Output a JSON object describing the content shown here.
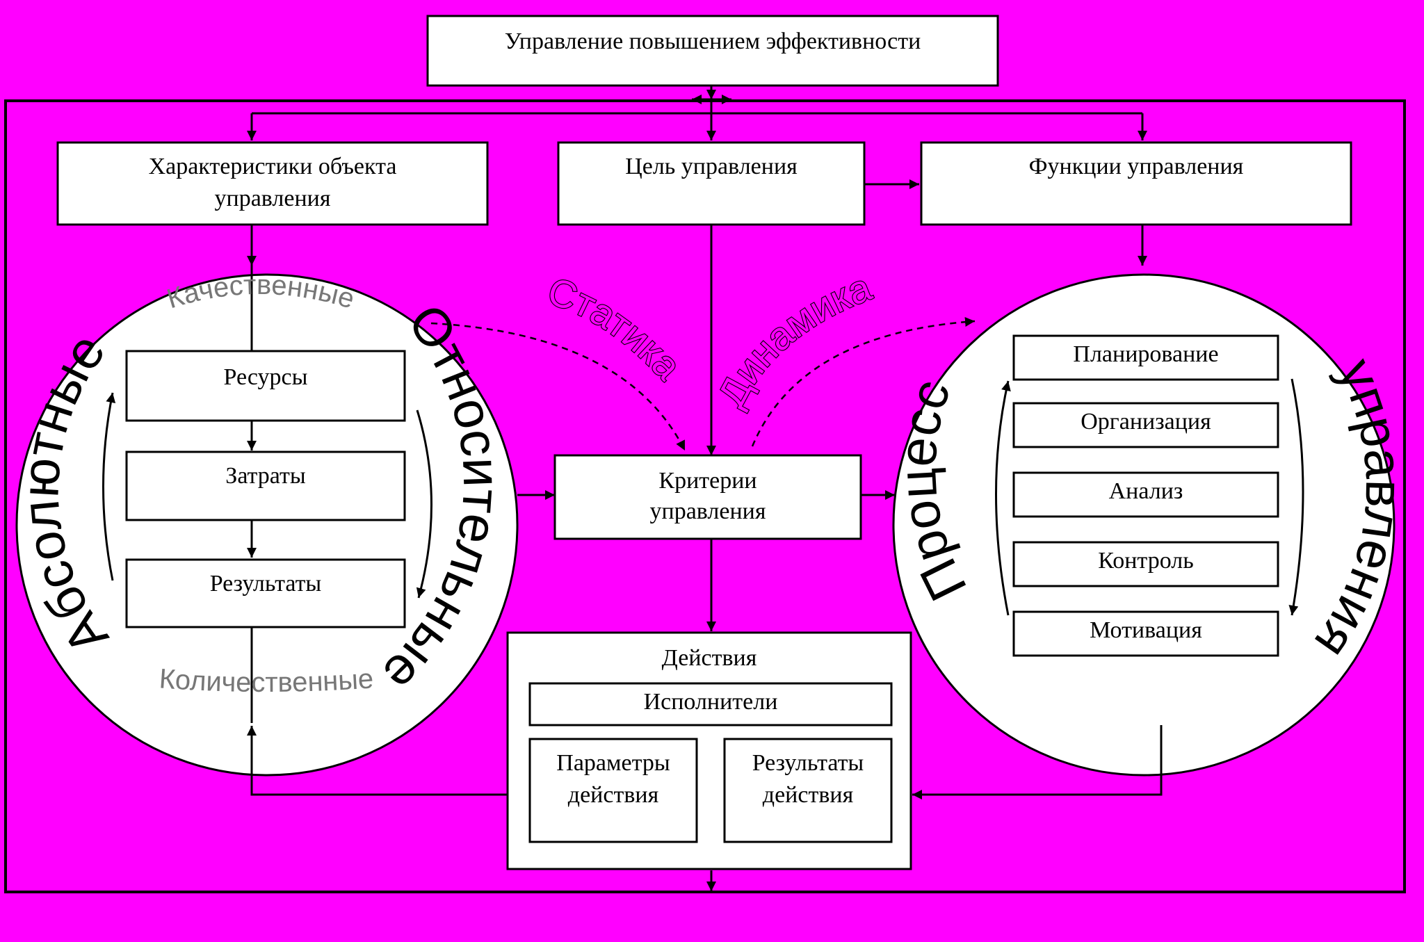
{
  "title": "Управление повышением эффективности",
  "top_row": {
    "object_characteristics": [
      "Характеристики объекта",
      "управления"
    ],
    "goal": "Цель управления",
    "functions": "Функции управления"
  },
  "left_circle": {
    "items": [
      "Ресурсы",
      "Затраты",
      "Результаты"
    ],
    "ring_left": "Абсолютные",
    "ring_right": "Относительные",
    "ring_top": "Качественные",
    "ring_bottom": "Количественные"
  },
  "center": {
    "criteria": [
      "Критерии",
      "управления"
    ],
    "static_label": "Статика",
    "dynamic_label": "Динамика"
  },
  "right_circle": {
    "items": [
      "Планирование",
      "Организация",
      "Анализ",
      "Контроль",
      "Мотивация"
    ],
    "ring_left": "Процесс",
    "ring_right": "управления"
  },
  "actions": {
    "title": "Действия",
    "executors": "Исполнители",
    "parameters": [
      "Параметры",
      "действия"
    ],
    "results": [
      "Результаты",
      "действия"
    ]
  },
  "colors": {
    "background": "#ff00ff",
    "box_fill": "#ffffff",
    "stroke": "#000000",
    "minor_ring_text": "#777777"
  }
}
